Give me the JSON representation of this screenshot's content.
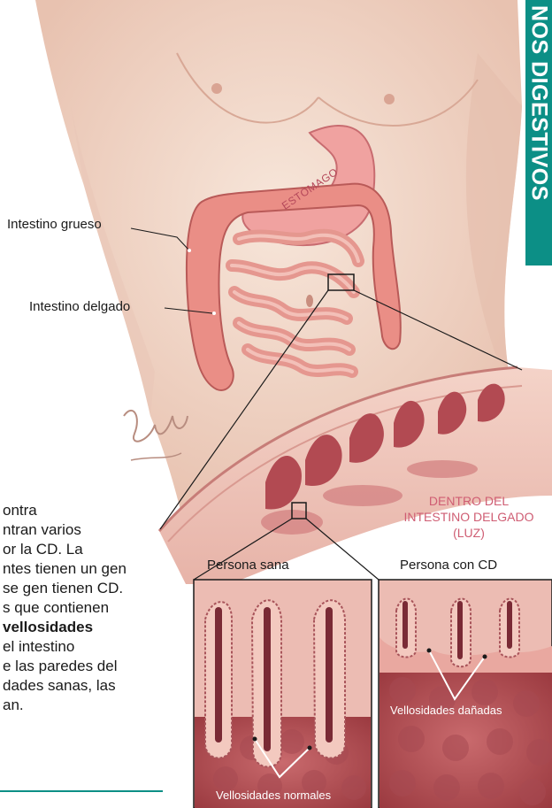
{
  "side_tab": {
    "text": "NOS DIGESTIVOS",
    "color": "#0c8f86"
  },
  "labels": {
    "large_intestine": "Intestino grueso",
    "small_intestine": "Intestino delgado",
    "stomach": "ESTÓMAGO",
    "lumen": [
      "DENTRO DEL",
      "INTESTINO DELGADO",
      "(LUZ)"
    ]
  },
  "panels": {
    "healthy": {
      "title": "Persona sana",
      "caption": "Vellosidades normales"
    },
    "celiac": {
      "title": "Persona con CD",
      "caption": "Vellosidades dañadas"
    }
  },
  "body_text": {
    "lines": [
      "ontra",
      "ntran varios",
      "or la CD. La",
      "ntes tienen un gen",
      "se gen tienen CD.",
      "s que contienen",
      "vellosidades",
      "el intestino",
      "e las paredes del",
      "dades sanas, las",
      "an."
    ],
    "bold_line_index": 6
  },
  "colors": {
    "accent": "#0c8f86",
    "label_pink": "#cf5d73"
  }
}
